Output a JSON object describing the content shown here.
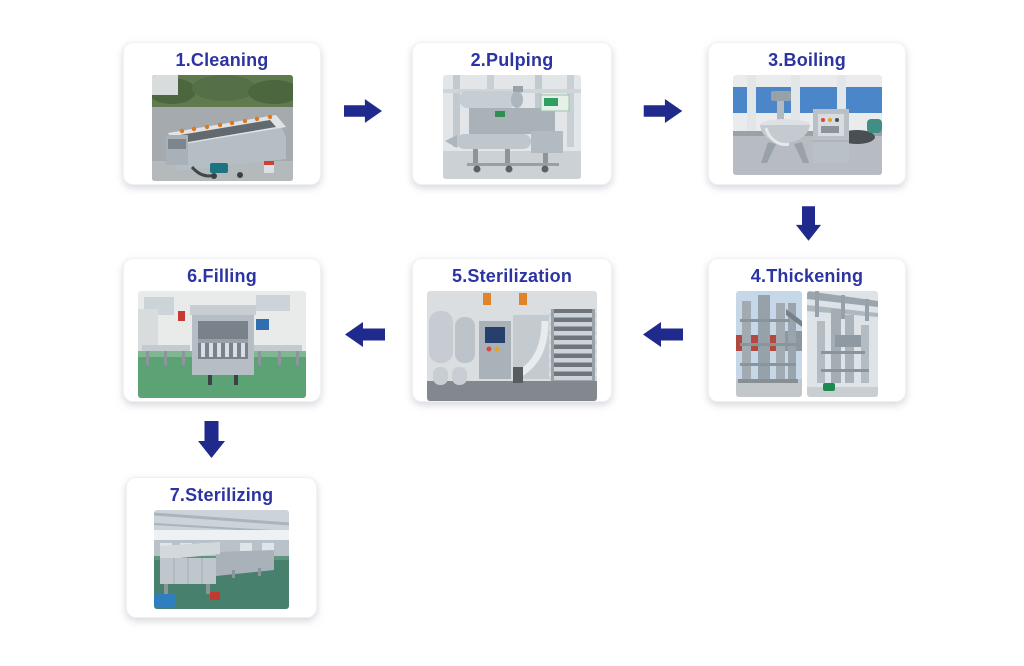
{
  "colors": {
    "step_title": "#2c34a2",
    "arrow": "#1f2a8c",
    "card_background": "#ffffff",
    "page_background": "#ffffff"
  },
  "steps": [
    {
      "number": 1,
      "label": "1.Cleaning",
      "photo": "cleaning-machine-photo"
    },
    {
      "number": 2,
      "label": "2.Pulping",
      "photo": "pulping-machine-photo"
    },
    {
      "number": 3,
      "label": "3.Boiling",
      "photo": "boiling-kettle-photo"
    },
    {
      "number": 4,
      "label": "4.Thickening",
      "photo": "thickening-evaporator-photos"
    },
    {
      "number": 5,
      "label": "5.Sterilization",
      "photo": "sterilization-machine-photo"
    },
    {
      "number": 6,
      "label": "6.Filling",
      "photo": "filling-machine-photo"
    },
    {
      "number": 7,
      "label": "7.Sterilizing",
      "photo": "sterilizing-line-photo"
    }
  ],
  "flow": [
    {
      "from": "1.Cleaning",
      "to": "2.Pulping",
      "direction": "right"
    },
    {
      "from": "2.Pulping",
      "to": "3.Boiling",
      "direction": "right"
    },
    {
      "from": "3.Boiling",
      "to": "4.Thickening",
      "direction": "down"
    },
    {
      "from": "4.Thickening",
      "to": "5.Sterilization",
      "direction": "left"
    },
    {
      "from": "5.Sterilization",
      "to": "6.Filling",
      "direction": "left"
    },
    {
      "from": "6.Filling",
      "to": "7.Sterilizing",
      "direction": "down"
    }
  ]
}
